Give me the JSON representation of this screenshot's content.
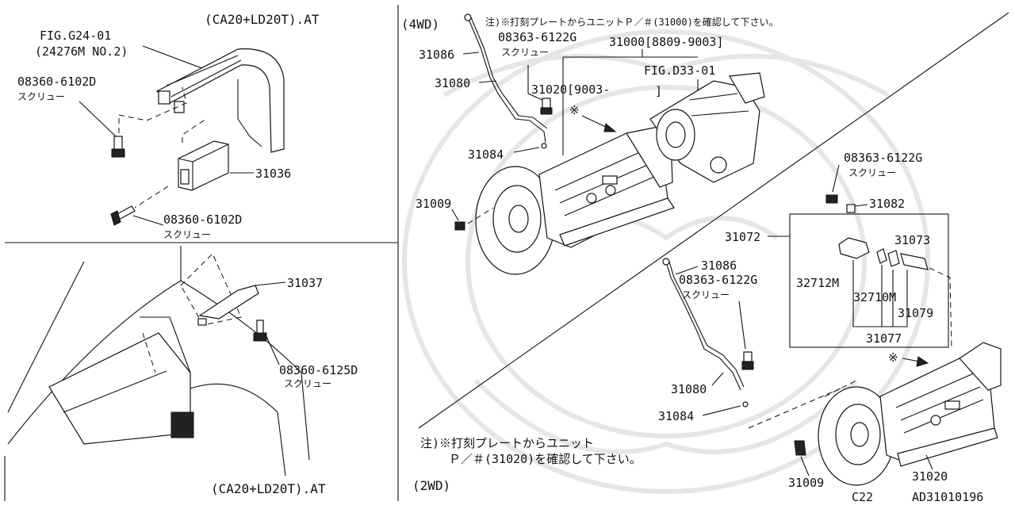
{
  "panels": {
    "top_left": {
      "header": "(CA20+LD20T).AT",
      "fig_ref": "FIG.G24-01",
      "fig_sub": "(24276M NO.2)",
      "screw_a_part": "08360-6102D",
      "screw_a_note": "スクリュー",
      "unit_part": "31036",
      "screw_b_part": "08360-6102D",
      "screw_b_note": "スクリュー"
    },
    "bottom_left": {
      "bracket_part": "31037",
      "screw_part": "08360-6125D",
      "screw_note": "スクリュー",
      "footer": "(CA20+LD20T).AT"
    },
    "four_wd": {
      "header": "(4WD)",
      "note": "注)※打刻プレートからユニットＰ／＃(31000)を確認して下さい。",
      "dipstick_part": "31086",
      "tube_part": "31080",
      "screw_part": "08363-6122G",
      "screw_note": "スクリュー",
      "assy_part": "31000[8809-9003]",
      "assy_alt_a": "31020[9003-",
      "assy_alt_b": "]",
      "fig_ref": "FIG.D33-01",
      "mark": "※",
      "oring_part": "31084",
      "bolt_part": "31009"
    },
    "two_wd": {
      "screw_top_part": "08363-6122G",
      "screw_top_note": "スクリュー",
      "connector_part": "31082",
      "kit_part": "31072",
      "k1": "31073",
      "k2": "32712M",
      "k3": "32710M",
      "k4": "31079",
      "k5": "31077",
      "dipstick_part": "31086",
      "screw_part": "08363-6122G",
      "screw_note": "スクリュー",
      "tube_part": "31080",
      "oring_part": "31084",
      "mark": "※",
      "note_line1": "注)※打刻プレートからユニット",
      "note_line2": "Ｐ／＃(31020)を確認して下さい。",
      "header": "(2WD)",
      "bolt_part": "31009",
      "assy_part": "31020"
    }
  },
  "footer": {
    "code": "C22",
    "ref": "AD31010196"
  }
}
